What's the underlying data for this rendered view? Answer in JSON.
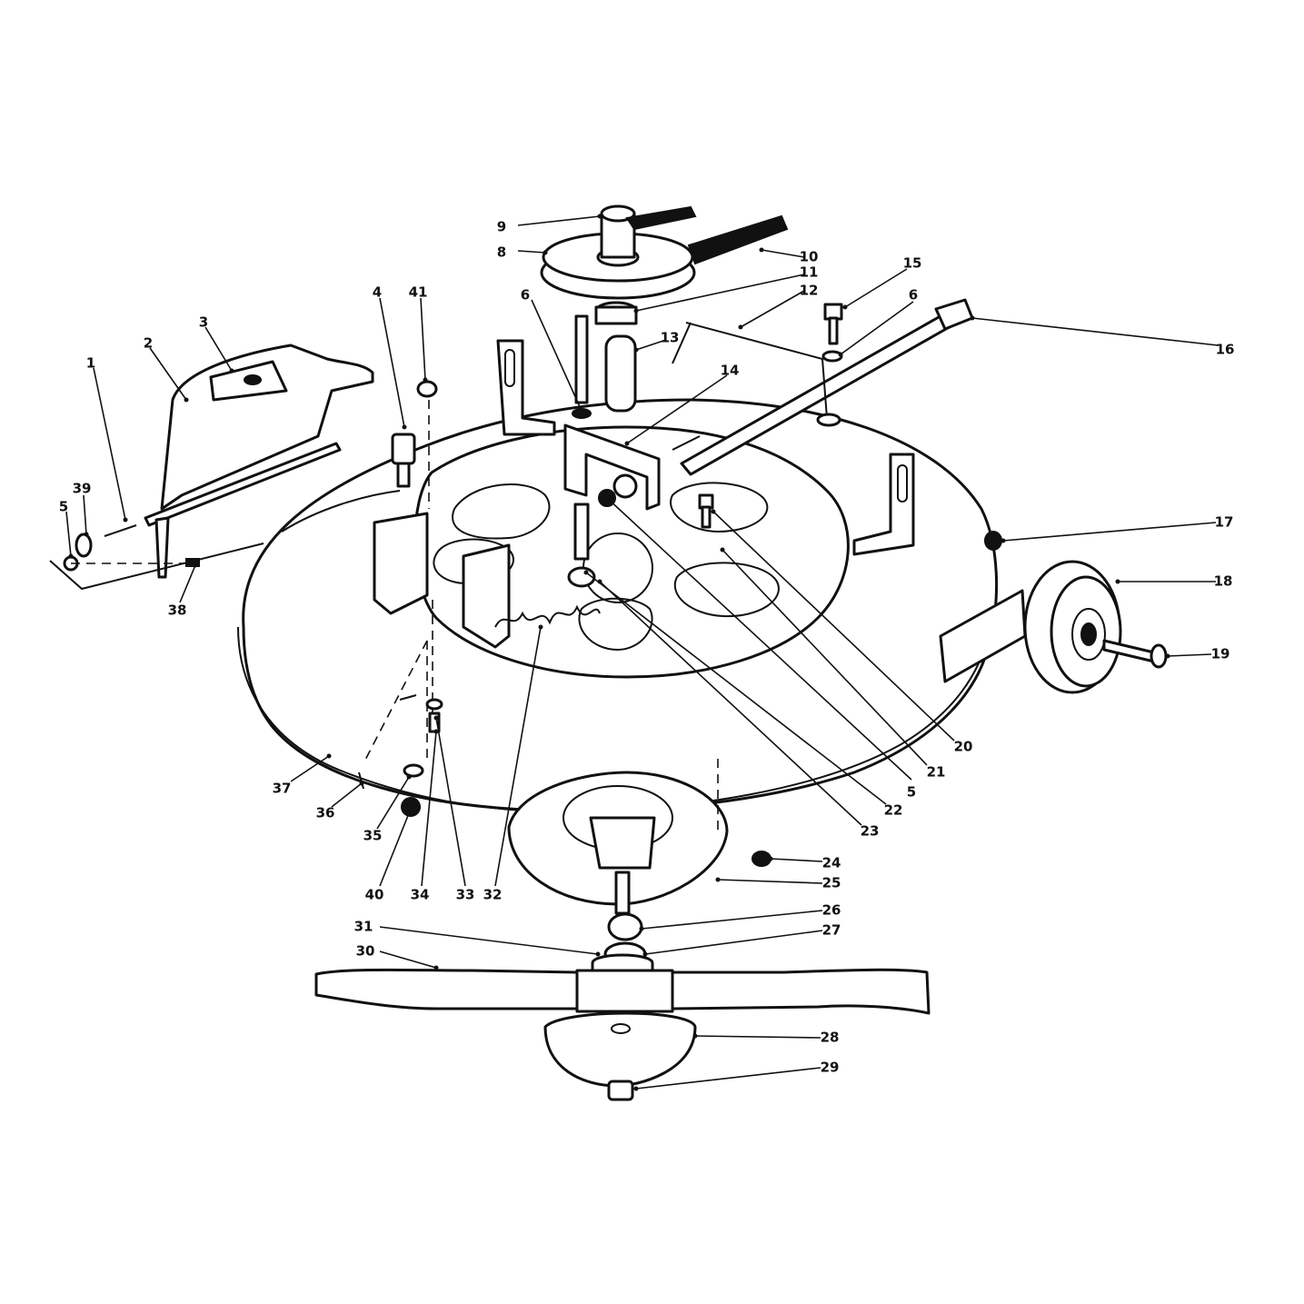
{
  "callouts": [
    {
      "n": "1"
    },
    {
      "n": "2"
    },
    {
      "n": "3"
    },
    {
      "n": "4"
    },
    {
      "n": "5"
    },
    {
      "n": "5"
    },
    {
      "n": "6"
    },
    {
      "n": "6"
    },
    {
      "n": "8"
    },
    {
      "n": "9"
    },
    {
      "n": "10"
    },
    {
      "n": "11"
    },
    {
      "n": "12"
    },
    {
      "n": "13"
    },
    {
      "n": "14"
    },
    {
      "n": "15"
    },
    {
      "n": "16"
    },
    {
      "n": "17"
    },
    {
      "n": "18"
    },
    {
      "n": "19"
    },
    {
      "n": "20"
    },
    {
      "n": "21"
    },
    {
      "n": "22"
    },
    {
      "n": "23"
    },
    {
      "n": "24"
    },
    {
      "n": "25"
    },
    {
      "n": "26"
    },
    {
      "n": "27"
    },
    {
      "n": "28"
    },
    {
      "n": "29"
    },
    {
      "n": "30"
    },
    {
      "n": "31"
    },
    {
      "n": "32"
    },
    {
      "n": "33"
    },
    {
      "n": "34"
    },
    {
      "n": "35"
    },
    {
      "n": "36"
    },
    {
      "n": "37"
    },
    {
      "n": "38"
    },
    {
      "n": "39"
    },
    {
      "n": "40"
    },
    {
      "n": "41"
    }
  ]
}
